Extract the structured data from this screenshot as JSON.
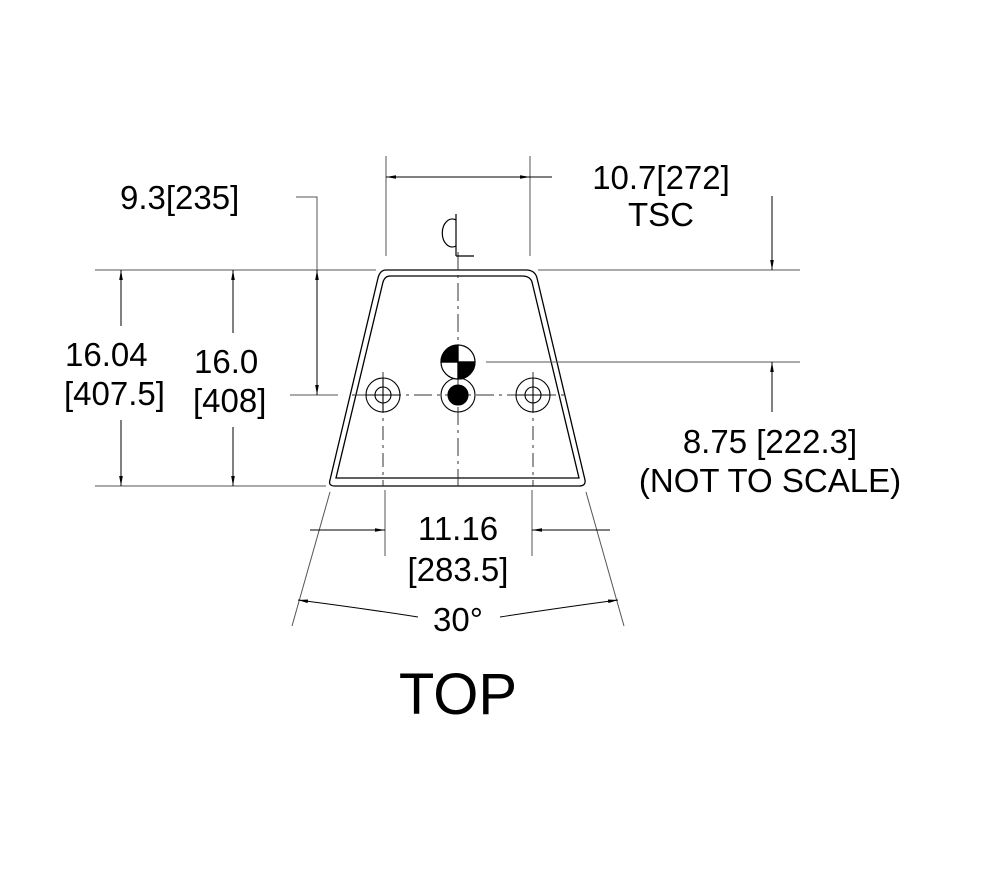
{
  "view": {
    "title": "TOP"
  },
  "dimensions": {
    "top_width": "10.7[272]",
    "top_width_note": "TSC",
    "cg_height": "9.3[235]",
    "overall_height_in": "16.04",
    "overall_height_mm": "[407.5]",
    "height_in": "16.0",
    "height_mm": "[408]",
    "cg_offset": "8.75 [222.3]",
    "cg_offset_note": "(NOT TO SCALE)",
    "hole_spacing_in": "11.16",
    "hole_spacing_mm": "[283.5]",
    "angle": "30°"
  },
  "symbols": {
    "centerline": "centerline-symbol",
    "center_of_gravity": "cg-symbol"
  },
  "colors": {
    "line": "#000000",
    "extension_line": "#555555",
    "background": "#ffffff"
  }
}
